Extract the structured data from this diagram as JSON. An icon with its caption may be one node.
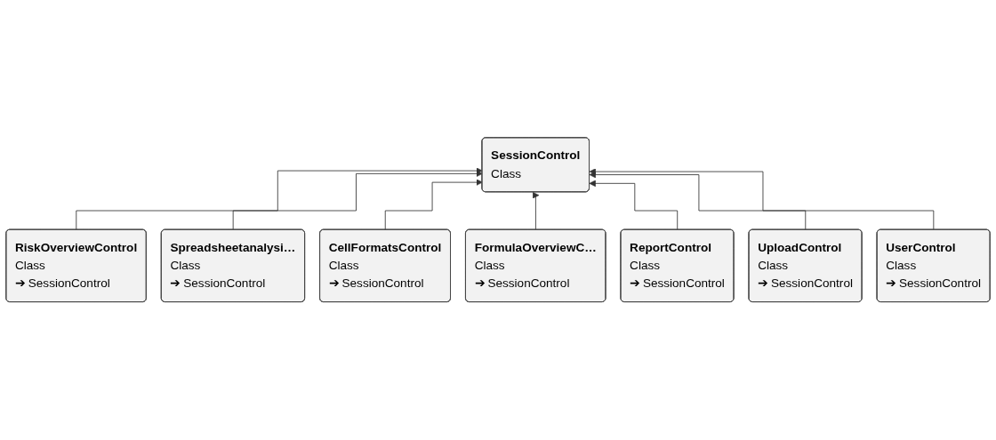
{
  "diagram": {
    "nodes": [
      {
        "text": [
          "SessionControl",
          "Class"
        ]
      },
      {
        "text": [
          "RiskOverviewControl",
          "Class",
          "➔ SessionControl"
        ]
      },
      {
        "text": [
          "CellFormatsControl",
          "Class",
          "➔ SessionControl"
        ]
      },
      {
        "text": [
          "ReportControl",
          "Class",
          "➔ SessionControl"
        ]
      },
      {
        "text": [
          "UserControl",
          "Class",
          "➔ SessionControl"
        ]
      },
      {
        "text": [
          "Spreadsheetanalysi…",
          "Class",
          "➔ SessionControl"
        ]
      },
      {
        "text": [
          "FormulaOverviewC…",
          "Class",
          "➔ SessionControl"
        ]
      },
      {
        "text": [
          "UploadControl",
          "Class",
          "➔ SessionControl"
        ]
      }
    ],
    "edges": [
      {
        "from": 1,
        "to": 0,
        "arrow": "to"
      },
      {
        "from": 5,
        "to": 0,
        "arrow": "to"
      },
      {
        "from": 2,
        "to": 0,
        "arrow": "to"
      },
      {
        "from": 6,
        "to": 0,
        "arrow": "to"
      },
      {
        "from": 3,
        "to": 0,
        "arrow": "to"
      },
      {
        "from": 7,
        "to": 0,
        "arrow": "to"
      },
      {
        "from": 4,
        "to": 0,
        "arrow": "to"
      }
    ]
  }
}
